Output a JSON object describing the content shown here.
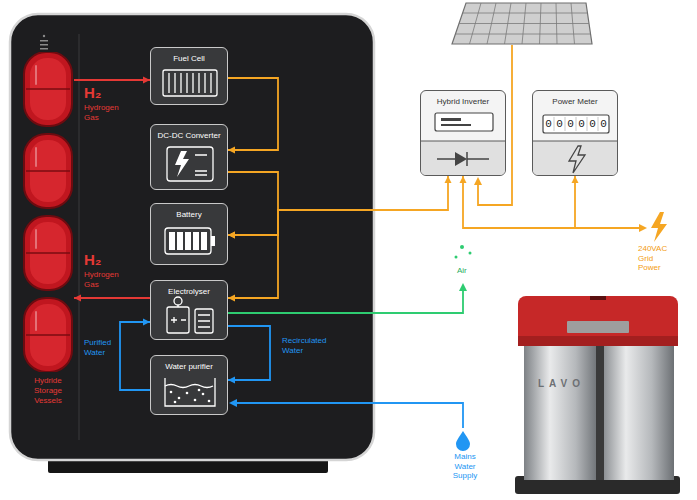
{
  "diagram": {
    "nodes": [
      {
        "text": [
          "Hydride Storage Vessels"
        ]
      },
      {
        "text": [
          "Fuel Cell"
        ]
      },
      {
        "text": [
          "DC-DC Converter"
        ]
      },
      {
        "text": [
          "Battery"
        ]
      },
      {
        "text": [
          "Electrolyser"
        ]
      },
      {
        "text": [
          "Water purifier"
        ]
      },
      {
        "text": [
          "Hybrid Inverter"
        ]
      },
      {
        "text": [
          "Power Meter",
          "000000"
        ]
      }
    ],
    "edges": [
      {
        "from": 0,
        "to": 1,
        "arrow": "to",
        "label": "H₂"
      },
      {
        "from": 1,
        "to": 2,
        "arrow": "to"
      },
      {
        "from": 2,
        "to": 3,
        "arrow": "to"
      },
      {
        "from": 3,
        "to": 6,
        "arrow": "both"
      },
      {
        "from": 3,
        "to": 4,
        "arrow": "to"
      },
      {
        "from": 6,
        "to": 7,
        "arrow": "both"
      },
      {
        "from": 4,
        "to": 0,
        "arrow": "to",
        "label": "H₂"
      },
      {
        "from": 5,
        "to": 4,
        "arrow": "to",
        "label": "Purified Water"
      },
      {
        "from": 4,
        "to": 5,
        "arrow": "to",
        "label": "Recirculated Water"
      }
    ],
    "labels": [
      "Hydrogen Gas",
      "Hydrogen Gas",
      "Air",
      "240VAC Grid Power",
      "Mains Water Supply",
      "LAVO"
    ]
  }
}
